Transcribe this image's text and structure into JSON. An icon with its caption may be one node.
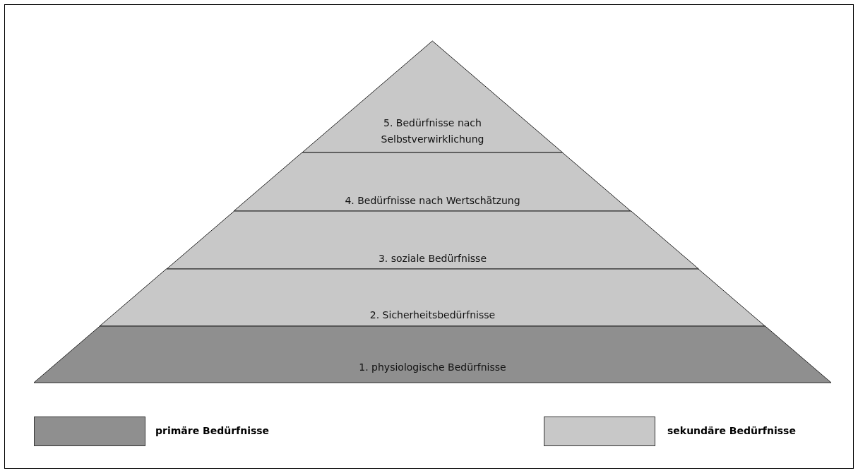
{
  "diagram": {
    "nodes": [
      {
        "text": [
          "5. Bedürfnisse nach Selbstverwirklichung"
        ]
      },
      {
        "text": [
          "4. Bedürfnisse nach Wertschätzung"
        ]
      },
      {
        "text": [
          "3. soziale Bedürfnisse"
        ]
      },
      {
        "text": [
          "2. Sicherheitsbedürfnisse"
        ]
      },
      {
        "text": [
          "1. physiologische Bedürfnisse"
        ]
      }
    ],
    "legend": [
      {
        "text": "primäre Bedürfnisse",
        "color": "#8f8f8f"
      },
      {
        "text": "sekundäre Bedürfnisse",
        "color": "#c8c8c8"
      }
    ]
  }
}
